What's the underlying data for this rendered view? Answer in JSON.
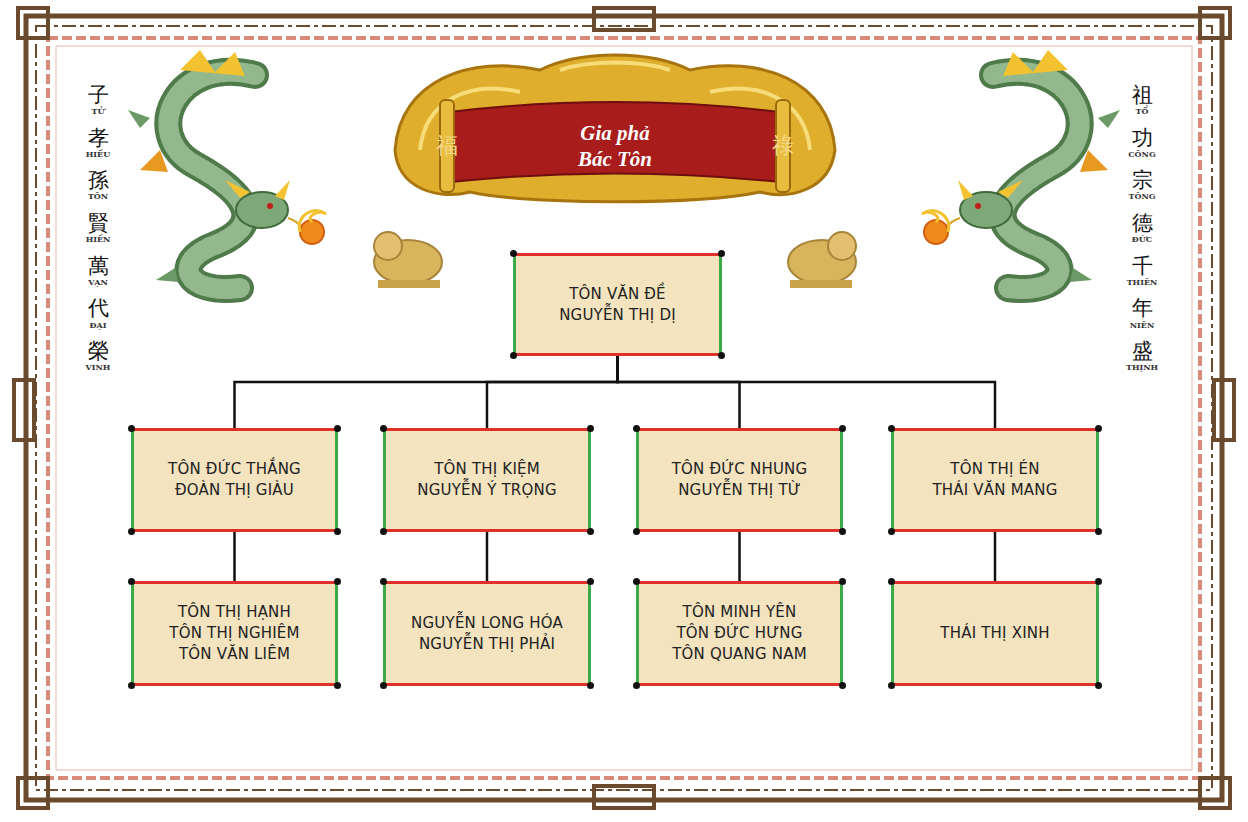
{
  "diagram": {
    "title": "Gia phả Bác Tôn",
    "nodes": [
      {
        "text": [
          "TÔN VĂN ĐỀ",
          "NGUYỄN THỊ DỊ"
        ]
      },
      {
        "text": [
          "TÔN ĐỨC THẮNG",
          "ĐOÀN THỊ GIÀU"
        ]
      },
      {
        "text": [
          "TÔN THỊ KIỆM",
          "NGUYỄN Ý TRỌNG"
        ]
      },
      {
        "text": [
          "TÔN ĐỨC NHUNG",
          "NGUYỄN THỊ TỪ"
        ]
      },
      {
        "text": [
          "TÔN THỊ ÉN",
          "THÁI VĂN MANG"
        ]
      },
      {
        "text": [
          "TÔN THỊ HẠNH",
          "TÔN THỊ NGHIÊM",
          "TÔN VĂN LIÊM"
        ]
      },
      {
        "text": [
          "NGUYỄN LONG HÓA",
          "NGUYỄN THỊ PHẢI"
        ]
      },
      {
        "text": [
          "TÔN MINH YÊN",
          "TÔN ĐỨC HƯNG",
          "TÔN QUANG NAM"
        ]
      },
      {
        "text": [
          "THÁI THỊ XINH"
        ]
      }
    ],
    "edges": [
      {
        "from": 0,
        "to": 1,
        "arrow": "none"
      },
      {
        "from": 0,
        "to": 2,
        "arrow": "none"
      },
      {
        "from": 0,
        "to": 3,
        "arrow": "none"
      },
      {
        "from": 0,
        "to": 4,
        "arrow": "none"
      },
      {
        "from": 1,
        "to": 5,
        "arrow": "none"
      },
      {
        "from": 2,
        "to": 6,
        "arrow": "none"
      },
      {
        "from": 3,
        "to": 7,
        "arrow": "none"
      },
      {
        "from": 4,
        "to": 8,
        "arrow": "none"
      }
    ],
    "labels": [
      "福",
      "祿",
      "子",
      "TỬ",
      "孝",
      "HIẾU",
      "孫",
      "TÔN",
      "賢",
      "HIỀN",
      "萬",
      "VẠN",
      "代",
      "ĐẠI",
      "榮",
      "VINH",
      "祖",
      "TỔ",
      "功",
      "CÔNG",
      "宗",
      "TÔNG",
      "德",
      "ĐỨC",
      "千",
      "THIÊN",
      "年",
      "NIÊN",
      "盛",
      "THỊNH"
    ]
  }
}
